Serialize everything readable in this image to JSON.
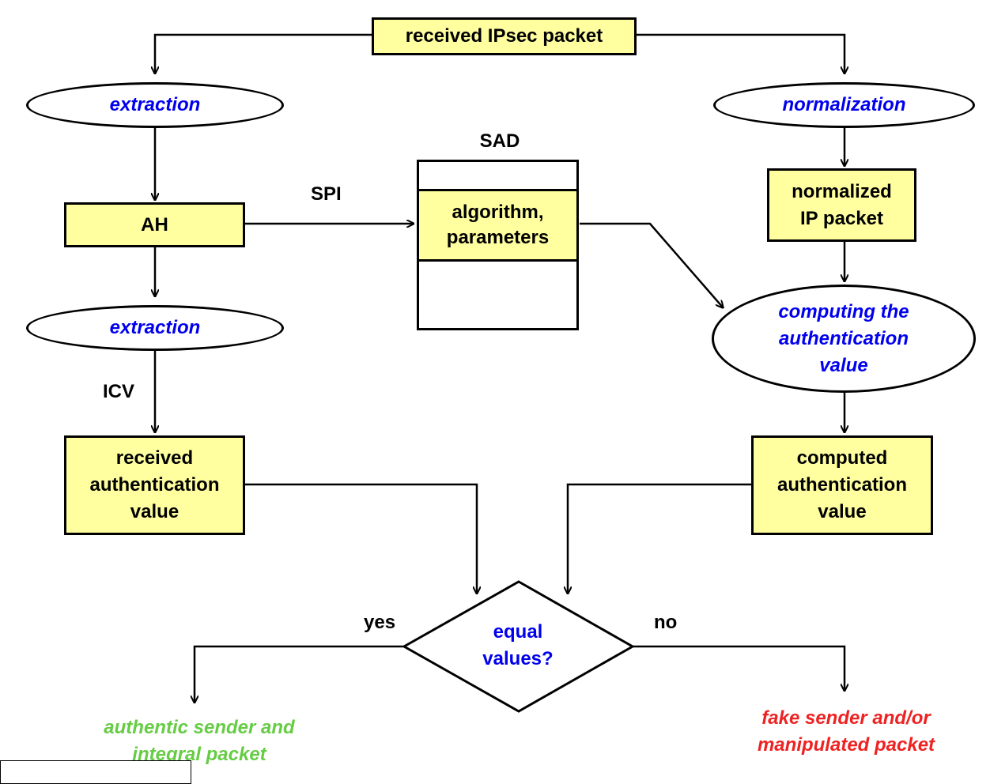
{
  "nodes": {
    "received_packet": "received IPsec packet",
    "extraction_top": "extraction",
    "normalization": "normalization",
    "sad_title": "SAD",
    "sad_params": "algorithm,\nparameters",
    "ah": "AH",
    "normalized_packet": "normalized\nIP packet",
    "extraction_bottom": "extraction",
    "computing": "computing the\nauthentication\nvalue",
    "received_value": "received\nauthentication\nvalue",
    "computed_value": "computed\nauthentication\nvalue",
    "decision": "equal\nvalues?"
  },
  "edge_labels": {
    "spi": "SPI",
    "icv": "ICV",
    "yes": "yes",
    "no": "no"
  },
  "outcomes": {
    "authentic": "authentic sender and\nintegral packet",
    "fake": "fake sender and/or\nmanipulated packet"
  },
  "colors": {
    "box_fill": "#ffffa0",
    "process_text": "#0000ee",
    "authentic_text": "#66cc44",
    "fake_text": "#ee2222"
  }
}
